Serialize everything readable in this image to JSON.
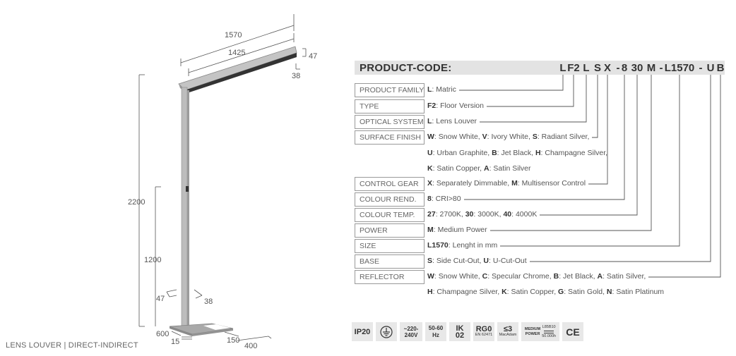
{
  "drawing": {
    "dimensions": {
      "total_length": "1570",
      "lens_length": "1425",
      "head_height": "47",
      "head_width": "38",
      "total_height": "2200",
      "sensor_height": "1200",
      "pole_depth": "47",
      "pole_width": "38",
      "base_length": "600",
      "base_thickness": "15",
      "base_width": "400",
      "base_cutout": "150"
    },
    "caption": "LENS LOUVER | DIRECT-INDIRECT"
  },
  "product_code": {
    "title": "PRODUCT-CODE:",
    "segments": [
      "L",
      "F2",
      "L",
      "S",
      "X",
      "-",
      "8",
      "30",
      "M",
      "-",
      "L1570",
      "-",
      "U",
      "B"
    ]
  },
  "rows": [
    {
      "label": "PRODUCT FAMILY",
      "parts": [
        [
          "L",
          ": Matric"
        ]
      ]
    },
    {
      "label": "TYPE",
      "parts": [
        [
          "F2",
          ": Floor Version"
        ]
      ]
    },
    {
      "label": "OPTICAL SYSTEM",
      "parts": [
        [
          "L",
          ": Lens Louver"
        ]
      ]
    },
    {
      "label": "SURFACE FINISH",
      "parts": [
        [
          "W",
          ": Snow White, "
        ],
        [
          "V",
          ": Ivory White, "
        ],
        [
          "S",
          ": Radiant Silver,"
        ]
      ],
      "continuation": [
        [
          [
            "U",
            ": Urban Graphite, "
          ],
          [
            "B",
            ": Jet Black, "
          ],
          [
            "H",
            ": Champagne Silver,"
          ]
        ],
        [
          [
            "K",
            ": Satin Copper, "
          ],
          [
            "A",
            ": Satin Silver"
          ]
        ]
      ]
    },
    {
      "label": "CONTROL GEAR",
      "parts": [
        [
          "X",
          ": Separately Dimmable, "
        ],
        [
          "M",
          ": Multisensor Control"
        ]
      ]
    },
    {
      "label": "COLOUR REND.",
      "parts": [
        [
          "8",
          ": CRI>80"
        ]
      ]
    },
    {
      "label": "COLOUR TEMP.",
      "parts": [
        [
          "27",
          ": 2700K, "
        ],
        [
          "30",
          ": 3000K, "
        ],
        [
          "40",
          ": 4000K"
        ]
      ]
    },
    {
      "label": "POWER",
      "parts": [
        [
          "M",
          ": Medium Power"
        ]
      ]
    },
    {
      "label": "SIZE",
      "parts": [
        [
          "L1570",
          ": Lenght in mm"
        ]
      ]
    },
    {
      "label": "BASE",
      "parts": [
        [
          "S",
          ": Side Cut-Out, "
        ],
        [
          "U",
          ": U-Cut-Out"
        ]
      ]
    },
    {
      "label": "REFLECTOR",
      "parts": [
        [
          "W",
          ": Snow White, "
        ],
        [
          "C",
          ": Specular Chrome, "
        ],
        [
          "B",
          ": Jet Black, "
        ],
        [
          "A",
          ": Satin Silver,"
        ]
      ],
      "continuation": [
        [
          [
            "H",
            ": Champagne Silver, "
          ],
          [
            "K",
            ": Satin Copper, "
          ],
          [
            "G",
            ": Satin Gold, "
          ],
          [
            "N",
            ": Satin Platinum"
          ]
        ]
      ]
    }
  ],
  "badges": {
    "ip": "IP20",
    "earth_icon": "protective-earth-icon",
    "voltage": "~220-240V",
    "frequency_top": "50-60",
    "frequency_bottom": "Hz",
    "ik_top": "IK",
    "ik_bottom": "02",
    "rg_top": "RG0",
    "rg_bottom": "EN 62471",
    "macadam_top": "≤3",
    "macadam_bottom": "MacAdam",
    "power_line1": "MEDIUM",
    "power_line2": "POWER",
    "lifetime_top": "L85B10",
    "lifetime_bottom": "50.000h",
    "ce": "CE"
  },
  "colors": {
    "line": "#555555",
    "header_bg": "#e3e3e3",
    "badge_bg": "#e8e8e8",
    "lamp_body": "#b8b8b8",
    "lamp_dark": "#7a7a7a"
  }
}
